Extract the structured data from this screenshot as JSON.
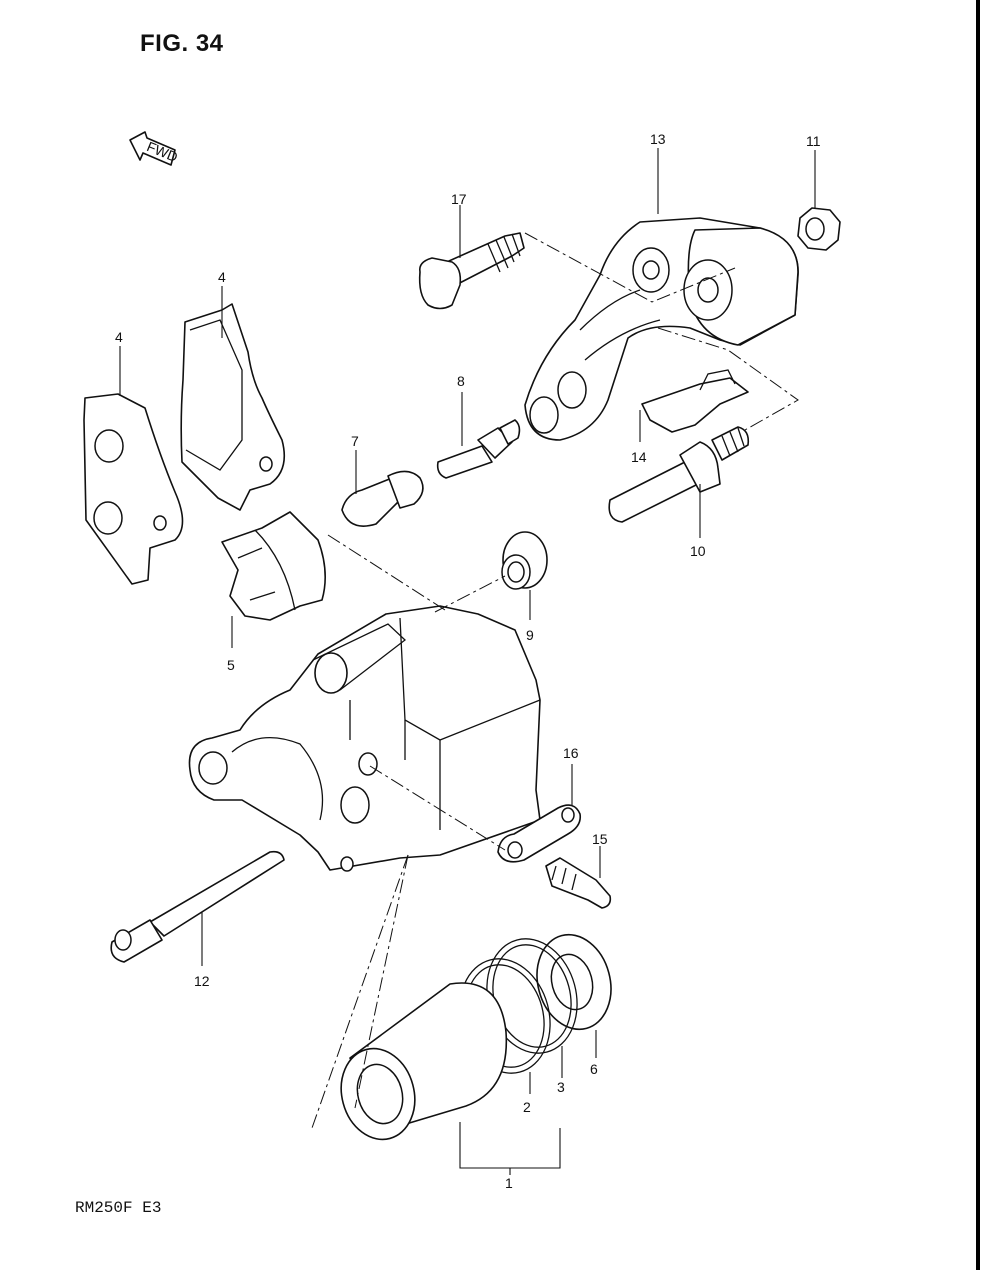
{
  "figure": {
    "title": "FIG. 34",
    "model_code": "RM250F  E3",
    "fwd_marker": "FWD"
  },
  "callouts": [
    {
      "id": "c1",
      "label": "1"
    },
    {
      "id": "c2",
      "label": "2"
    },
    {
      "id": "c3",
      "label": "3"
    },
    {
      "id": "c4a",
      "label": "4"
    },
    {
      "id": "c4b",
      "label": "4"
    },
    {
      "id": "c5",
      "label": "5"
    },
    {
      "id": "c6",
      "label": "6"
    },
    {
      "id": "c7",
      "label": "7"
    },
    {
      "id": "c8",
      "label": "8"
    },
    {
      "id": "c9",
      "label": "9"
    },
    {
      "id": "c10",
      "label": "10"
    },
    {
      "id": "c11",
      "label": "11"
    },
    {
      "id": "c12",
      "label": "12"
    },
    {
      "id": "c13",
      "label": "13"
    },
    {
      "id": "c14",
      "label": "14"
    },
    {
      "id": "c15",
      "label": "15"
    },
    {
      "id": "c16",
      "label": "16"
    },
    {
      "id": "c17",
      "label": "17"
    }
  ]
}
